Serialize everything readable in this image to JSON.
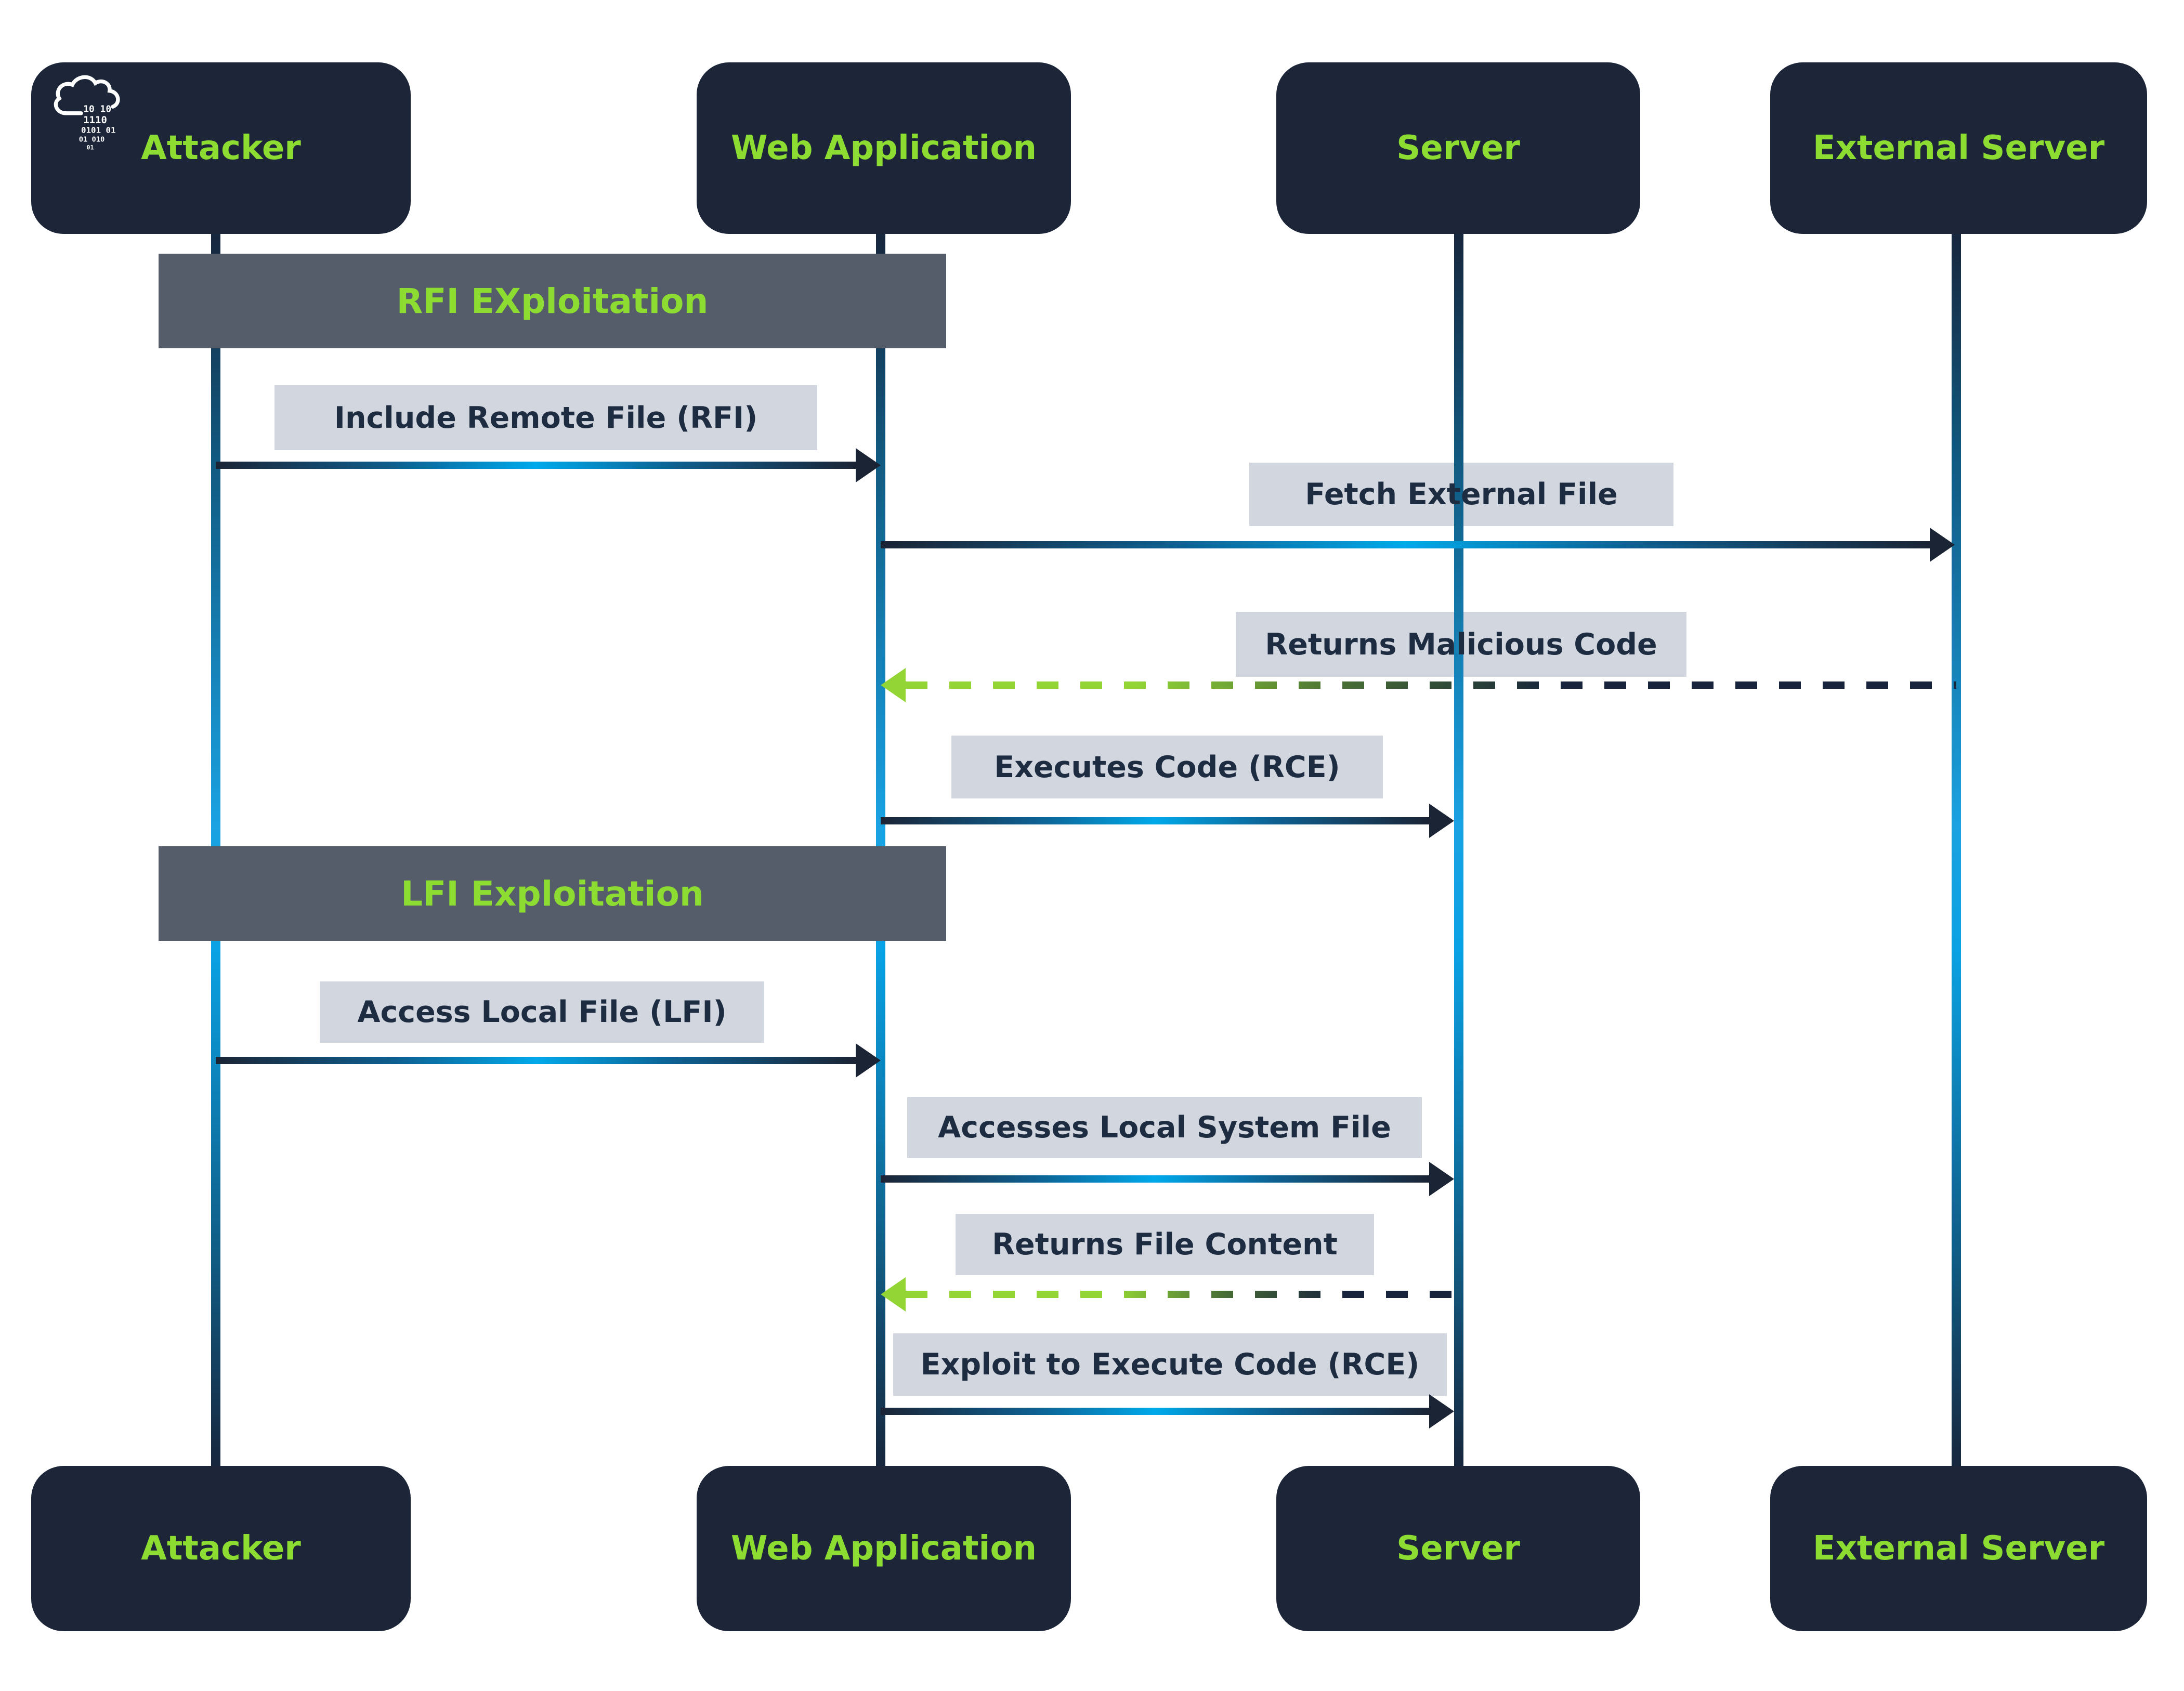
{
  "diagram": {
    "type": "sequence-diagram",
    "topic": "RFI and LFI web attack exploitation flow"
  },
  "colors": {
    "background": "#FFFFFF",
    "actor_box": "#1C2638",
    "accent_green": "#8CDC32",
    "section_bar_gray": "#565D6A",
    "label_background": "#D2D6DE",
    "label_text": "#1E2C42",
    "line_navy": "#1B2435",
    "line_blue_bright": "#0AA2E4",
    "dash_green": "#92D535"
  },
  "actors_top": [
    {
      "label": "Attacker"
    },
    {
      "label": "Web Application"
    },
    {
      "label": "Server"
    },
    {
      "label": "External Server"
    }
  ],
  "actors_bottom": [
    {
      "label": "Attacker"
    },
    {
      "label": "Web Application"
    },
    {
      "label": "Server"
    },
    {
      "label": "External Server"
    }
  ],
  "attacker_icon": {
    "name": "cloud-binary-rain-icon",
    "rows": [
      "10 10",
      "1110",
      "0101 01",
      "01 010",
      "01"
    ]
  },
  "sections": [
    {
      "title": "RFI EXploitation"
    },
    {
      "title": "LFI Exploitation"
    }
  ],
  "messages": [
    {
      "label": "Include Remote File (RFI)",
      "from": "Attacker",
      "to": "Web Application",
      "style": "solid"
    },
    {
      "label": "Fetch External File",
      "from": "Web Application",
      "to": "External Server",
      "style": "solid"
    },
    {
      "label": "Returns Malicious Code",
      "from": "External Server",
      "to": "Web Application",
      "style": "dashed"
    },
    {
      "label": "Executes Code (RCE)",
      "from": "Web Application",
      "to": "Server",
      "style": "solid"
    },
    {
      "label": "Access Local File (LFI)",
      "from": "Attacker",
      "to": "Web Application",
      "style": "solid"
    },
    {
      "label": "Accesses Local System File",
      "from": "Web Application",
      "to": "Server",
      "style": "solid"
    },
    {
      "label": "Returns File Content",
      "from": "Server",
      "to": "Web Application",
      "style": "dashed"
    },
    {
      "label": "Exploit to Execute Code (RCE)",
      "from": "Web Application",
      "to": "Server",
      "style": "solid"
    }
  ]
}
